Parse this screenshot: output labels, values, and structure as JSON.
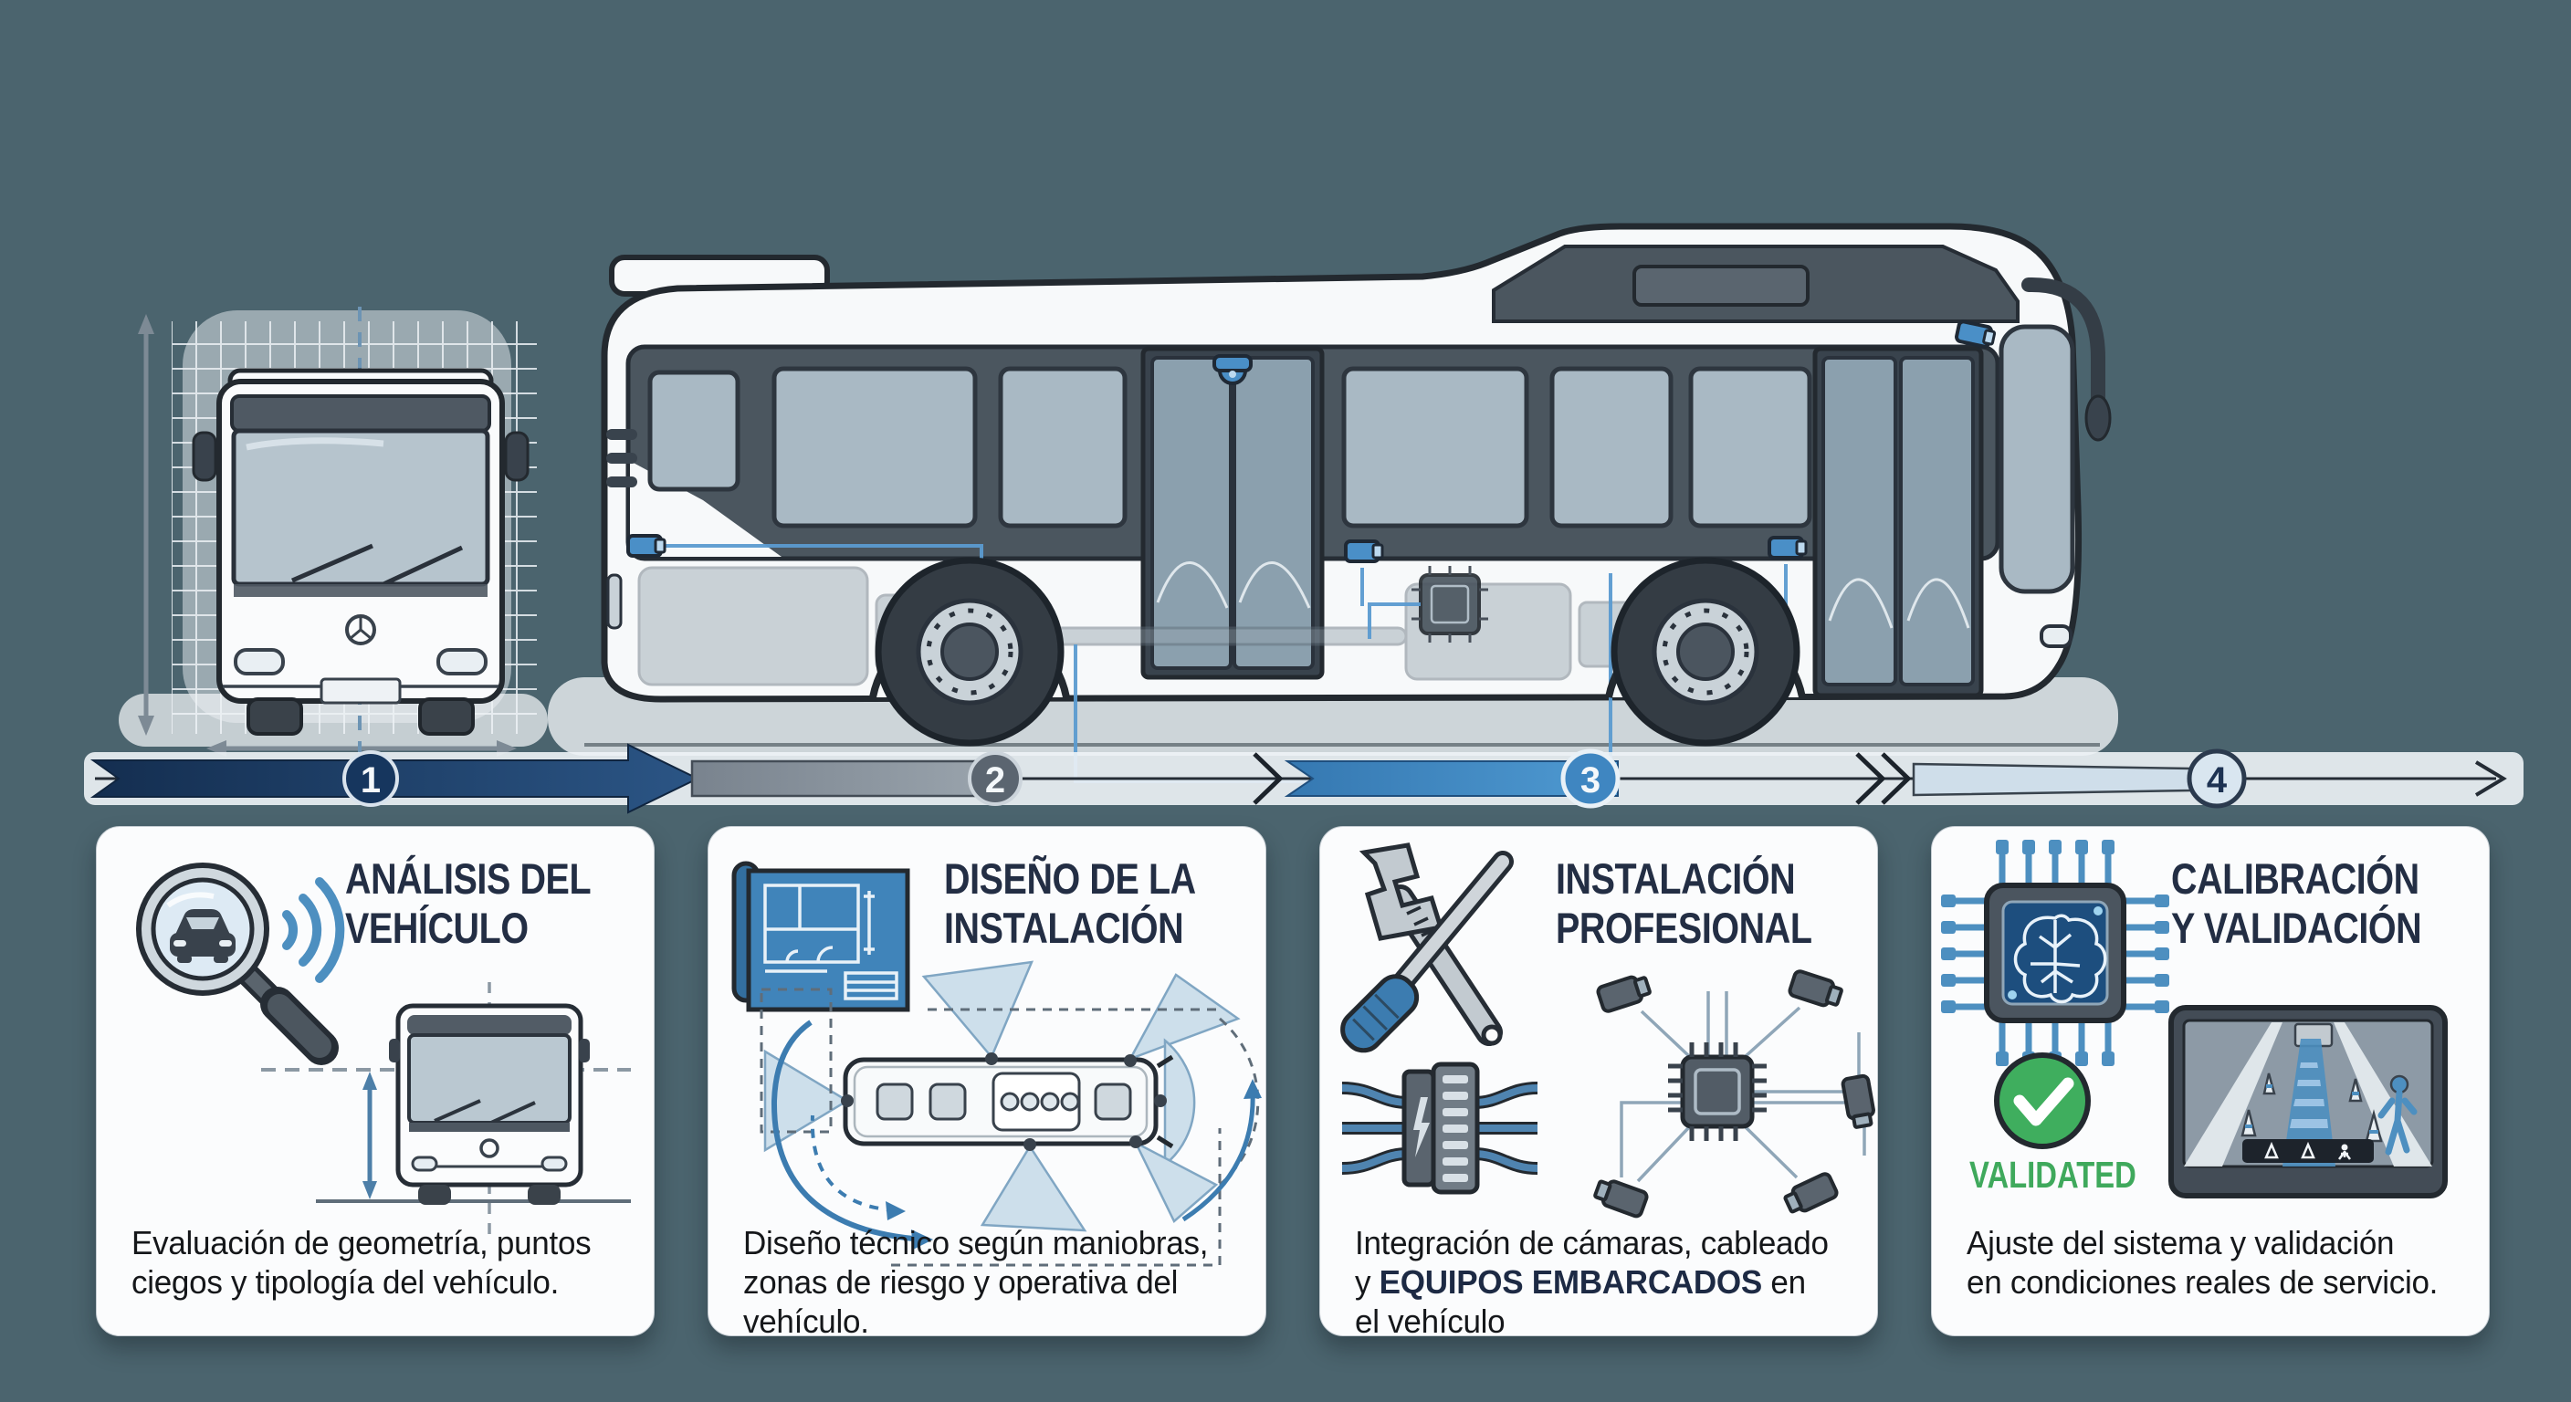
{
  "colors": {
    "background": "#4b646e",
    "navy_step": "#16365e",
    "gray_step": "#5b6570",
    "blue_step": "#3f86c1",
    "pale_step": "#d9e6f0",
    "title_navy": "#232e44",
    "camera_blue": "#4a8fc7",
    "validated_green": "#3fa95c"
  },
  "timeline": {
    "steps": [
      {
        "number": "1"
      },
      {
        "number": "2"
      },
      {
        "number": "3"
      },
      {
        "number": "4"
      }
    ]
  },
  "cards": [
    {
      "icon": "magnifier-car-icon",
      "title_line1": "ANÁLISIS DEL",
      "title_line2": "VEHÍCULO",
      "body": "Evaluación de geometría, puntos\nciegos y tipología del vehículo."
    },
    {
      "icon": "blueprint-icon",
      "title_line1": "DISEÑO DE LA",
      "title_line2": "INSTALACIÓN",
      "body": "Diseño técnico según maniobras,\nzonas de riesgo y operativa del\nvehículo."
    },
    {
      "icon": "wrench-screwdriver-icon",
      "title_line1": "INSTALACIÓN",
      "title_line2": "PROFESIONAL",
      "body_pre": "Integración de cámaras, cableado\ny ",
      "body_bold": "EQUIPOS EMBARCADOS",
      "body_post": " en\nel vehículo"
    },
    {
      "icon": "ai-chip-icon",
      "title_line1": "CALIBRACIÓN",
      "title_line2": "Y VALIDACIÓN",
      "validated_label": "VALIDATED",
      "body": "Ajuste del sistema y validación\nen condiciones reales de servicio."
    }
  ]
}
